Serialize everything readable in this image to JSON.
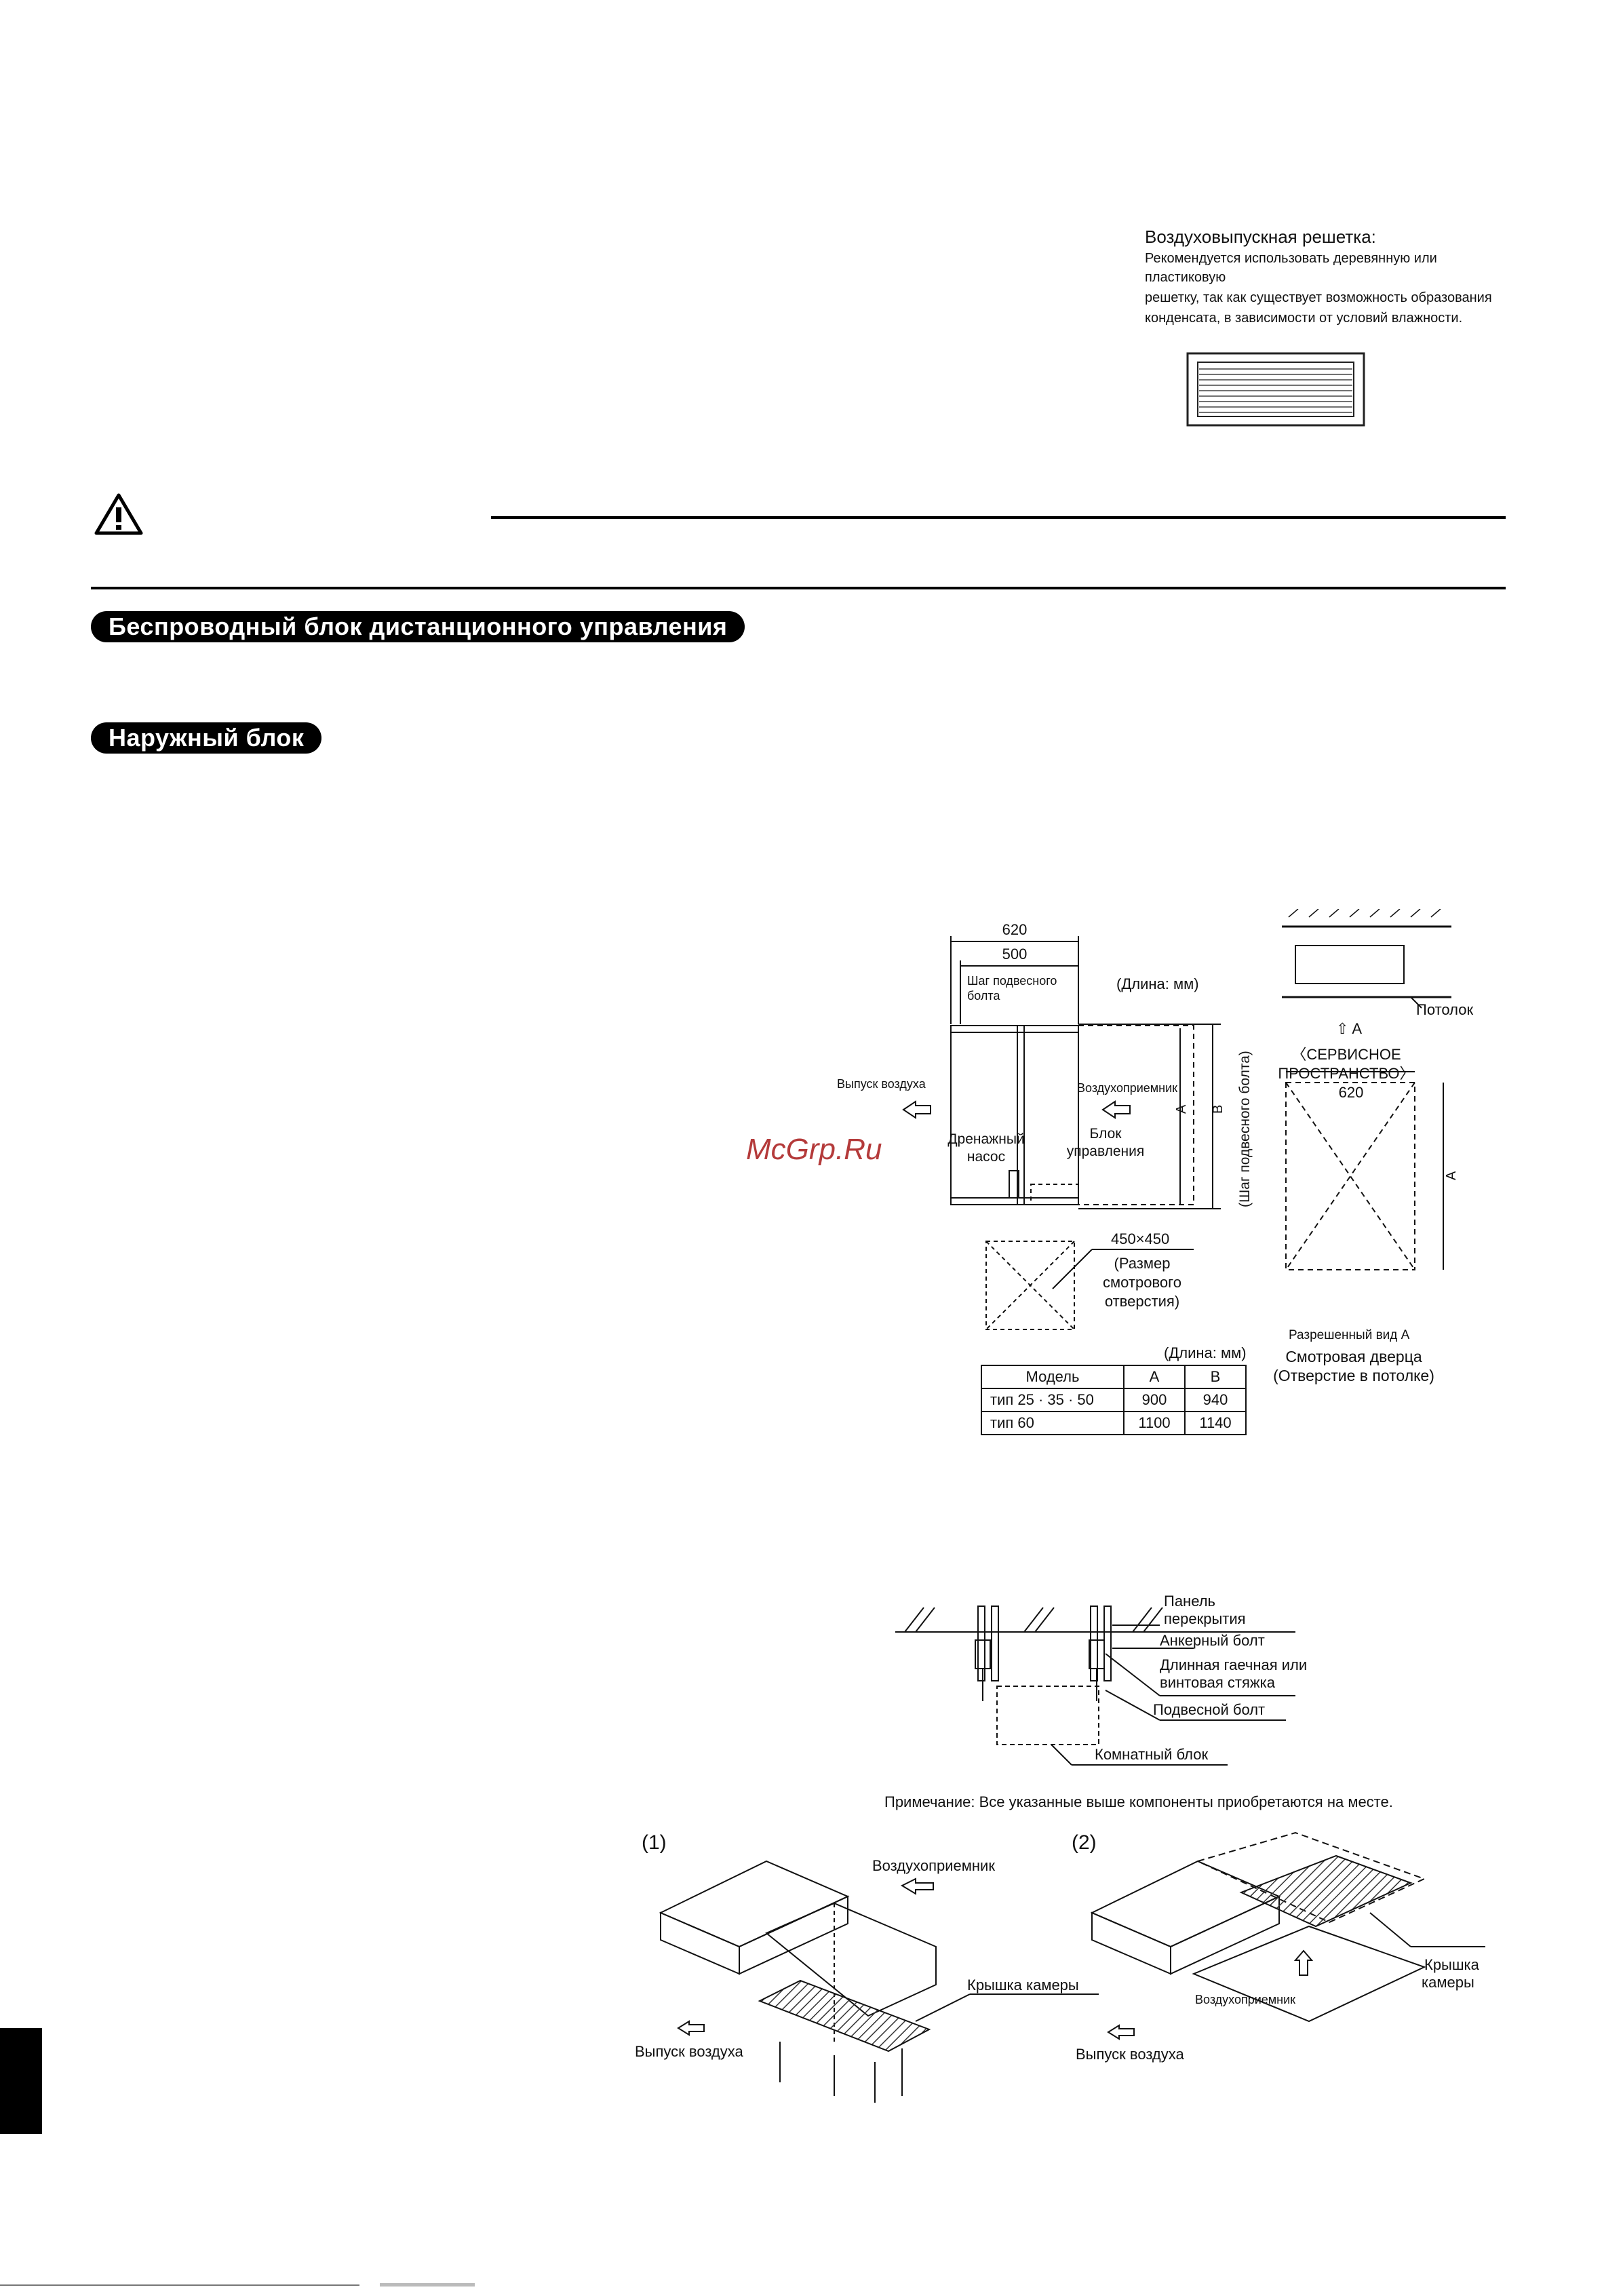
{
  "grille": {
    "title": "Воздуховыпускная решетка:",
    "desc": [
      "Рекомендуется использовать деревянную или пластиковую",
      "решетку, так как существует возможность образования",
      "конденсата, в зависимости от условий влажности."
    ]
  },
  "sections": {
    "wireless": "Беспроводный блок дистанционного управления",
    "outdoor": "Наружный блок"
  },
  "watermark": "McGrp.Ru",
  "dim_drawing": {
    "w620": "620",
    "w500": "500",
    "pitch": [
      "Шаг подвесного",
      "болта"
    ],
    "unit": "(Длина: мм)",
    "outlet": "Выпуск воздуха",
    "inlet": "Воздухоприемник",
    "drain": [
      "Дренажный",
      "насос"
    ],
    "control": [
      "Блок",
      "управления"
    ],
    "A": "A",
    "B": "B",
    "pitch_vertical": "(Шаг подвесного болта)",
    "inspection_size": "450×450",
    "inspection_label": [
      "(Размер",
      "смотрового",
      "отверстия)"
    ],
    "ceiling": "Потолок",
    "service_arrow": "⇧ A",
    "service": [
      "〈СЕРВИСНОЕ",
      "ПРОСТРАНСТВО〉"
    ],
    "w620b": "620",
    "A2": "A",
    "view": "Разрешенный вид A",
    "door": [
      "Смотровая дверца",
      "(Отверстие в потолке)"
    ]
  },
  "table": {
    "unit": "(Длина: мм)",
    "headers": [
      "Модель",
      "A",
      "B"
    ],
    "rows": [
      [
        "тип 25 · 35 · 50",
        "900",
        "940"
      ],
      [
        "тип 60",
        "1100",
        "1140"
      ]
    ]
  },
  "suspension": {
    "panel": [
      "Панель",
      "перекрытия"
    ],
    "anchor": "Анкерный болт",
    "nut": [
      "Длинная гаечная или",
      "винтовая стяжка"
    ],
    "bolt": "Подвесной болт",
    "room": "Комнатный блок",
    "note": "Примечание: Все указанные выше компоненты приобретаются на месте."
  },
  "installs": {
    "n1": "(1)",
    "n2": "(2)",
    "inlet1": "Воздухоприемник",
    "cover1": "Крышка камеры",
    "outlet1": "Выпуск воздуха",
    "inlet2": "Воздухоприемник",
    "cover2": [
      "Крышка",
      "камеры"
    ],
    "outlet2": "Выпуск воздуха"
  }
}
